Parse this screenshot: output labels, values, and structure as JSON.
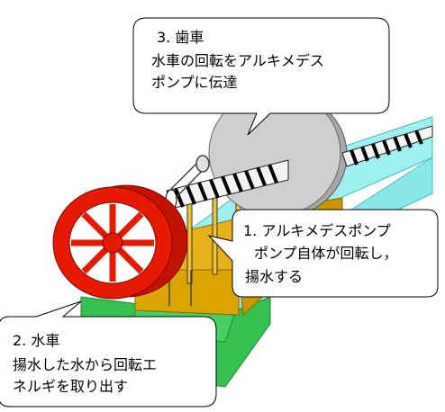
{
  "callouts": {
    "gear": {
      "title": "3. 歯車",
      "line1": "水車の回転をアルキメデス",
      "line2": "ポンプに伝達"
    },
    "pump": {
      "title": "1. アルキメデスポンプ",
      "line1": "ポンプ自体が回転し，",
      "line2": "揚水する"
    },
    "wheel": {
      "title": "2. 水車",
      "line1": "揚水した水から回転エ",
      "line2": "ネルギを取り出す"
    }
  },
  "colors": {
    "water": "#7fe6e6",
    "water_dark": "#3fbfbf",
    "ground": "#2fb84a",
    "base": "#d9a300",
    "gear": "#c8c8c8",
    "wheel": "#e61a00",
    "callout_bg": "#ffffff",
    "outline": "#000000"
  }
}
